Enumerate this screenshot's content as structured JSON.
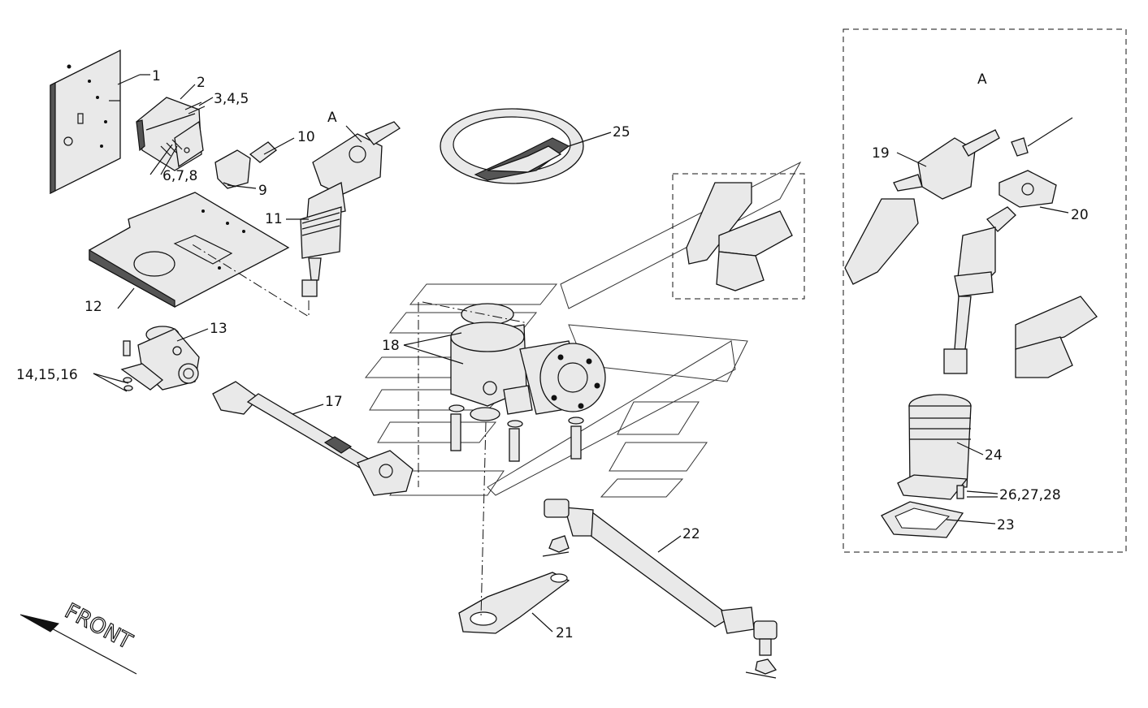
{
  "callouts": {
    "c1": "1",
    "c2": "2",
    "c3": "3,4,5",
    "c6": "6,7,8",
    "c9": "9",
    "c10": "10",
    "c11": "11",
    "c12": "12",
    "c13": "13",
    "c14": "14,15,16",
    "c17": "17",
    "c18": "18",
    "c19": "19",
    "c20": "20",
    "c21": "21",
    "c22": "22",
    "c23": "23",
    "c24": "24",
    "c25": "25",
    "c26": "26,27,28"
  },
  "detail_marker_column": "A",
  "detail_box_title": "A",
  "front_label": "FRONT"
}
